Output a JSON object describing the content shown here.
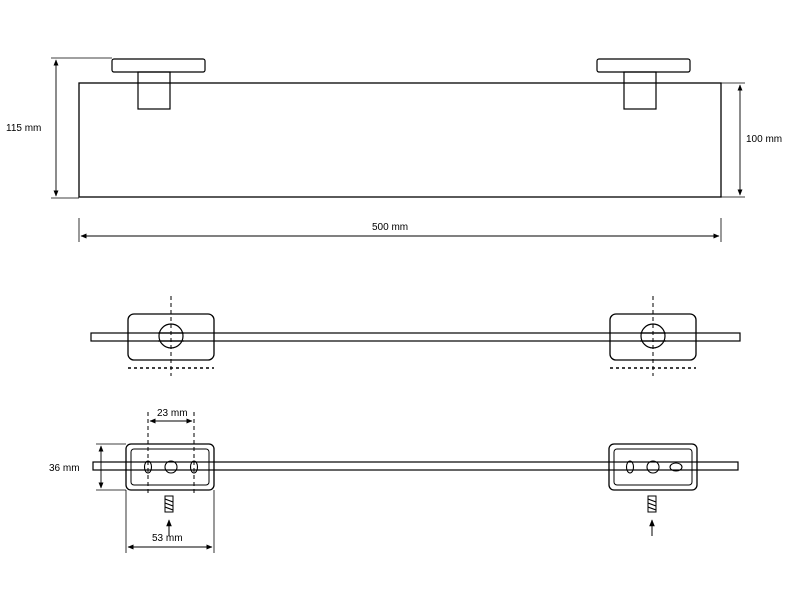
{
  "dimensions": {
    "overall_height": "115 mm",
    "panel_height": "100 mm",
    "overall_width": "500 mm",
    "hole_spacing": "23 mm",
    "depth": "36 mm",
    "bracket_width": "53 mm"
  }
}
